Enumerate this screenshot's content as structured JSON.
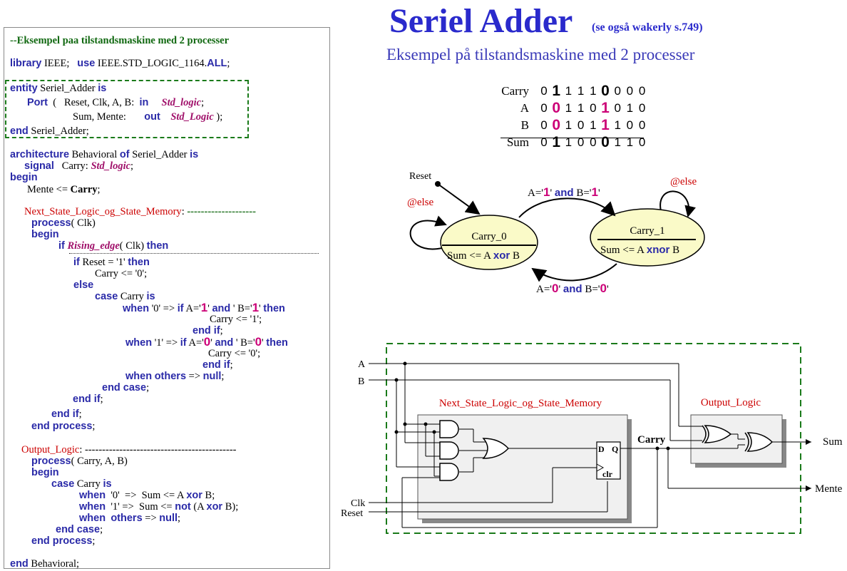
{
  "title": "Seriel Adder",
  "title_ref": "(se også wakerly s.749)",
  "subtitle": "Eksempel på tilstandsmaskine med 2 processer",
  "code": {
    "comment": "--Eksempel paa tilstandsmaskine med 2 processer",
    "library_kw": "library",
    "library_name": "IEEE;",
    "use_kw": "use",
    "use_pkg": "IEEE.STD_LOGIC_1164.",
    "all_kw": "ALL",
    "semi": ";",
    "entity_kw": "entity",
    "entity_name": "Seriel_Adder",
    "is_kw": "is",
    "port_kw": "Port",
    "port_paren": "(   Reset, Clk, A, B:",
    "in_kw": "in",
    "std_logic": "Std_logic",
    "port_semi": ";",
    "port2": "Sum, Mente:",
    "out_kw": "out",
    "std_logic2": "Std_Logic",
    "port_close": ");",
    "end_kw": "end",
    "end_entity": "Seriel_Adder;",
    "arch_kw": "architecture",
    "arch_name": "Behavioral",
    "of_kw": "of",
    "arch_entity": "Seriel_Adder",
    "arch_is": "is",
    "signal_kw": "signal",
    "signal_name": "Carry:",
    "signal_type": "Std_logic",
    "signal_semi": ";",
    "begin_kw": "begin",
    "mente_assign": "Mente <= ",
    "mente_carry": "Carry",
    "mente_semi": ";",
    "next_state_label": "Next_State_Logic_og_State_Memory",
    "next_state_colon": ":",
    "next_state_dashes": "--------------------",
    "process_kw": "process",
    "process_sens": "( Clk)",
    "if_kw": "if",
    "rising_edge": "Rising_edge",
    "rising_arg": "( Clk)",
    "then_kw": "then",
    "if_reset": "Reset = '1'",
    "carry_zero": "Carry <= '0';",
    "else_kw": "else",
    "case_kw": "case",
    "case_carry": "Carry",
    "when_kw": "when",
    "when0": "'0' =>",
    "if_a_eq": "A='",
    "one": "1",
    "and_kw": "and",
    "b_eq": "' B='",
    "quote": "'",
    "carry_one": "Carry <= '1';",
    "end_if": "end if",
    "semicolon": ";",
    "when1": "'1' =>",
    "zero": "0",
    "others_kw": "others",
    "arrow": "=>",
    "null_kw": "null",
    "end_case": "end case",
    "end_process": "end process",
    "output_label": "Output_Logic",
    "output_dashes": ": --------------------------------------------",
    "process_sens2": "( Carry, A, B)",
    "when0_sum": "'0'  =>  Sum <= A",
    "xor_kw": "xor",
    "b_semi": "B;",
    "when1_sum": "'1' =>  Sum <=",
    "not_kw": "not",
    "paren_a": "(A",
    "b_close": "B);",
    "end_behavioral": "Behavioral;"
  },
  "truth_table": {
    "rows": [
      {
        "label": "Carry",
        "bits": [
          "0",
          "1",
          "1",
          "1",
          "1",
          "0",
          "0",
          "0",
          "0"
        ]
      },
      {
        "label": "A",
        "bits": [
          "0",
          "0",
          "1",
          "1",
          "0",
          "1",
          "0",
          "1",
          "0"
        ]
      },
      {
        "label": "B",
        "bits": [
          "0",
          "0",
          "1",
          "0",
          "1",
          "1",
          "1",
          "0",
          "0"
        ]
      },
      {
        "label": "Sum",
        "bits": [
          "0",
          "1",
          "1",
          "0",
          "0",
          "0",
          "1",
          "1",
          "0"
        ]
      }
    ]
  },
  "state_diagram": {
    "reset_label": "Reset",
    "else_label": "@else",
    "state0": "Carry_0",
    "state0_out": "Sum <= A",
    "xor_kw": "xor",
    "state0_tail": "B",
    "state1": "Carry_1",
    "state1_out": "Sum <= A",
    "xnor_kw": "xnor",
    "state1_tail": "B",
    "t01_a": "A='",
    "t01_bit": "1",
    "and_kw": "and",
    "t01_b": "B='",
    "t01_bit2": "1",
    "quote": "'",
    "t10_bit": "0",
    "t10_bit2": "0"
  },
  "schematic": {
    "a_label": "A",
    "b_label": "B",
    "clk_label": "Clk",
    "reset_label": "Reset",
    "next_state_label": "Next_State_Logic_og_State_Memory",
    "output_label": "Output_Logic",
    "carry_label": "Carry",
    "d_label": "D",
    "q_label": "Q",
    "clr_label": "clr",
    "sum_label": "Sum",
    "mente_label": "Mente"
  },
  "colors": {
    "blue": "#2a2acc",
    "keyword": "#2a2aa8",
    "magenta": "#cc0077",
    "green": "#1a7a1a",
    "red": "#cc0000",
    "state_fill": "#fafac8"
  }
}
